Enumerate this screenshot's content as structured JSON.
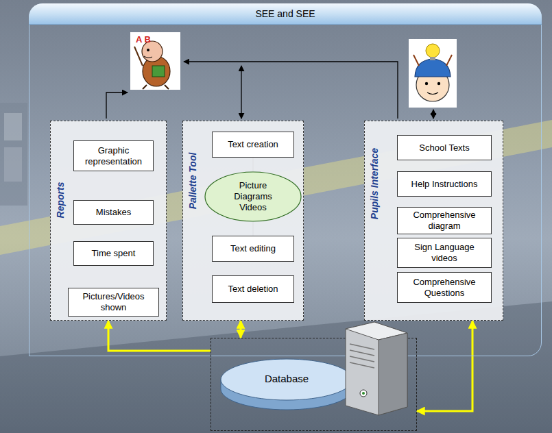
{
  "diagram": {
    "nodes": [
      {
        "text": [
          "SEE and SEE"
        ]
      },
      {
        "text": [
          "Reports"
        ],
        "in": 0
      },
      {
        "text": [
          "Graphic representation"
        ],
        "in": 1
      },
      {
        "text": [
          "Mistakes"
        ],
        "in": 1
      },
      {
        "text": [
          "Time spent"
        ],
        "in": 1
      },
      {
        "text": [
          "Pictures/Videos shown"
        ],
        "in": 1
      },
      {
        "text": [
          "Pallette Tool"
        ],
        "in": 0
      },
      {
        "text": [
          "Text creation"
        ],
        "in": 6
      },
      {
        "text": [
          "Picture Diagrams Videos"
        ],
        "in": 6
      },
      {
        "text": [
          "Text editing"
        ],
        "in": 6
      },
      {
        "text": [
          "Text deletion"
        ],
        "in": 6
      },
      {
        "text": [
          "Pupils Interface"
        ],
        "in": 0
      },
      {
        "text": [
          "School Texts"
        ],
        "in": 11
      },
      {
        "text": [
          "Help Instructions"
        ],
        "in": 11
      },
      {
        "text": [
          "Comprehensive diagram"
        ],
        "in": 11
      },
      {
        "text": [
          "Sign Language videos"
        ],
        "in": 11
      },
      {
        "text": [
          "Comprehensive Questions"
        ],
        "in": 11
      },
      {
        "text": [
          "Database"
        ]
      }
    ],
    "edges": [
      {
        "from": 17,
        "to": 1,
        "arrow": "to"
      },
      {
        "from": 17,
        "to": 6,
        "arrow": "both"
      },
      {
        "from": 17,
        "to": 11,
        "arrow": "both"
      },
      {
        "from": 7,
        "to": 8,
        "arrow": "none"
      },
      {
        "from": 8,
        "to": 9,
        "arrow": "none"
      }
    ],
    "labels": [
      "A B"
    ]
  }
}
